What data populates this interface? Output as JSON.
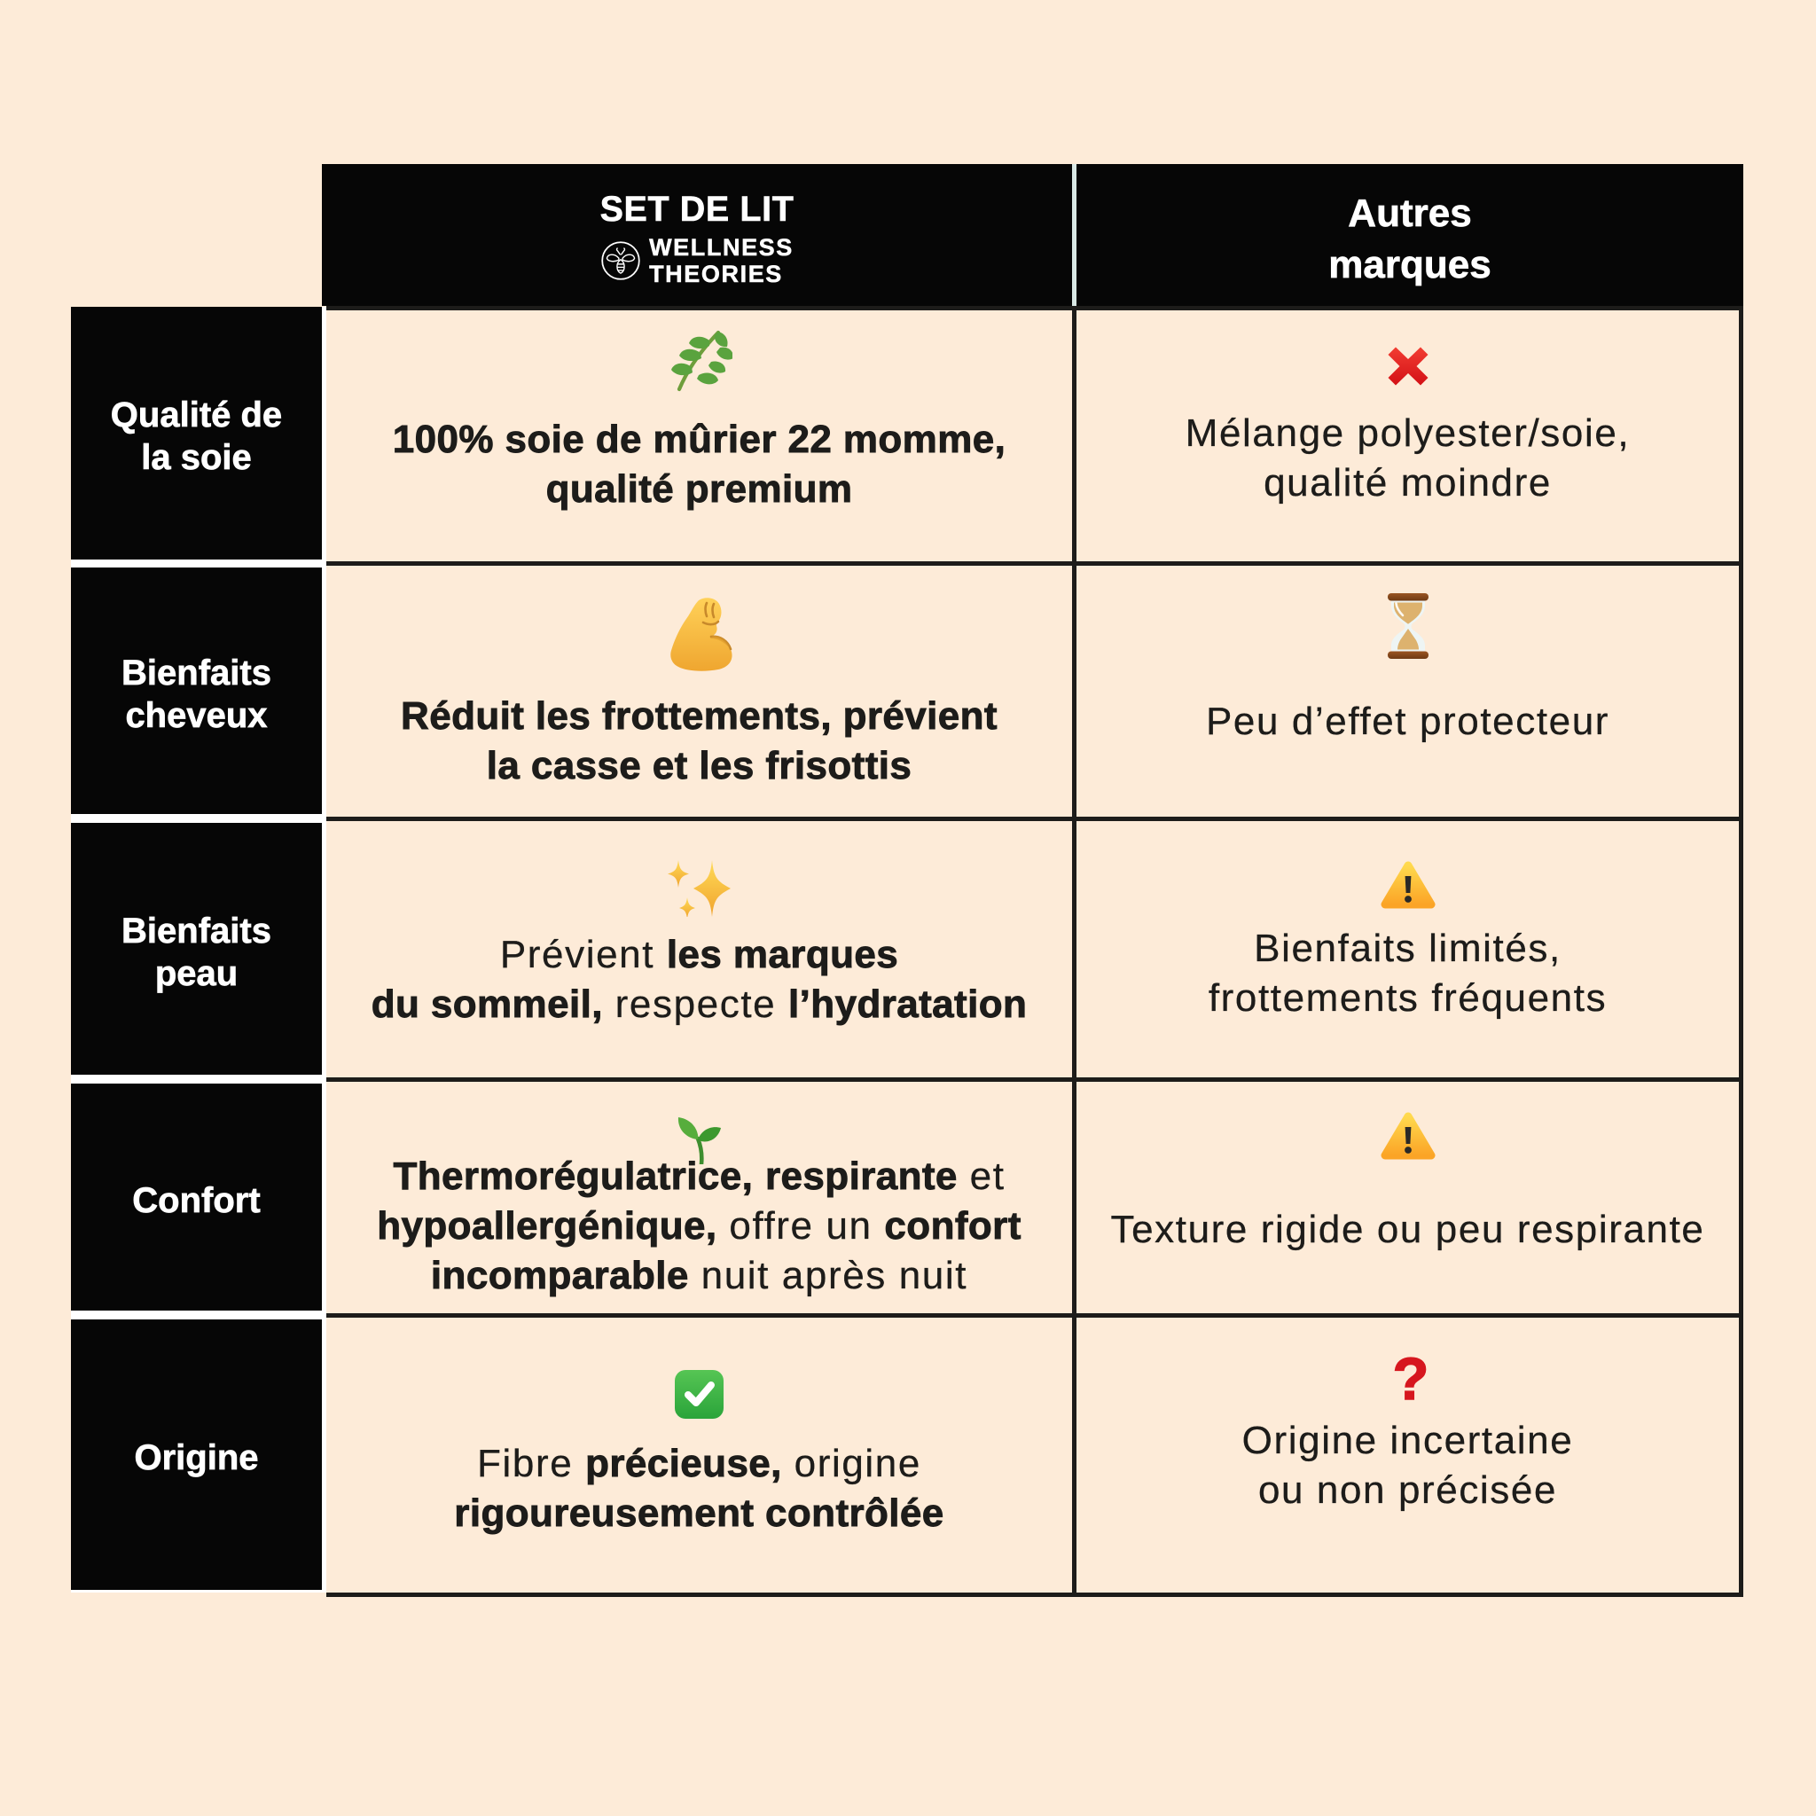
{
  "colors": {
    "background": "#fdebd8",
    "cell_black": "#060606",
    "border": "#1d1c1a",
    "label_gap_white": "#ffffff",
    "header_divider": "#d9e8e5",
    "text": "#1d1c1a",
    "question_red": "#d6161e"
  },
  "header": {
    "brand_column": {
      "title": "SET DE LIT",
      "logo_icon": "bee-logo-icon",
      "wordmark_line1": "WELLNESS",
      "wordmark_line2": "THEORIES"
    },
    "other_column": {
      "line1": "Autres",
      "line2": "marques"
    }
  },
  "rows": [
    {
      "label_lines": [
        "Qualité de",
        "la soie"
      ],
      "brand": {
        "icon": "herb-icon",
        "lines": [
          [
            [
              "100% soie de mûrier 22 momme,",
              1
            ]
          ],
          [
            [
              "qualité premium",
              1
            ]
          ]
        ]
      },
      "other": {
        "icon": "cross-mark-icon",
        "lines": [
          [
            [
              "Mélange polyester/soie,",
              0
            ]
          ],
          [
            [
              "qualité moindre",
              0
            ]
          ]
        ]
      }
    },
    {
      "label_lines": [
        "Bienfaits",
        "cheveux"
      ],
      "brand": {
        "icon": "flexed-biceps-icon",
        "lines": [
          [
            [
              "Réduit les frottements, prévient",
              1
            ]
          ],
          [
            [
              "la casse et les frisottis",
              1
            ]
          ]
        ]
      },
      "other": {
        "icon": "hourglass-icon",
        "lines": [
          [
            [
              "Peu d’effet protecteur",
              0
            ]
          ]
        ]
      }
    },
    {
      "label_lines": [
        "Bienfaits",
        "peau"
      ],
      "brand": {
        "icon": "sparkles-icon",
        "lines": [
          [
            [
              "Prévient ",
              0
            ],
            [
              "les marques",
              1
            ]
          ],
          [
            [
              "du sommeil,",
              1
            ],
            [
              " respecte ",
              0
            ],
            [
              "l’hydratation",
              1
            ]
          ]
        ]
      },
      "other": {
        "icon": "warning-icon",
        "lines": [
          [
            [
              "Bienfaits limités,",
              0
            ]
          ],
          [
            [
              "frottements fréquents",
              0
            ]
          ]
        ]
      }
    },
    {
      "label_lines": [
        "Confort"
      ],
      "brand": {
        "icon": "seedling-icon",
        "lines": [
          [
            [
              "Thermorégulatrice,",
              1
            ],
            [
              " ",
              0
            ],
            [
              "respirante",
              1
            ],
            [
              " et",
              0
            ]
          ],
          [
            [
              "hypoallergénique,",
              1
            ],
            [
              " offre un ",
              0
            ],
            [
              "confort",
              1
            ]
          ],
          [
            [
              "incomparable",
              1
            ],
            [
              " nuit après nuit",
              0
            ]
          ]
        ]
      },
      "other": {
        "icon": "warning-icon",
        "lines": [
          [
            [
              "Texture rigide ou peu respirante",
              0
            ]
          ]
        ]
      }
    },
    {
      "label_lines": [
        "Origine"
      ],
      "brand": {
        "icon": "check-mark-button-icon",
        "lines": [
          [
            [
              "Fibre ",
              0
            ],
            [
              "précieuse,",
              1
            ],
            [
              " origine",
              0
            ]
          ],
          [
            [
              "rigoureusement contrôlée",
              1
            ]
          ]
        ]
      },
      "other": {
        "icon": "question-mark-icon",
        "lines": [
          [
            [
              "Origine incertaine",
              0
            ]
          ],
          [
            [
              "ou non précisée",
              0
            ]
          ]
        ]
      }
    }
  ]
}
